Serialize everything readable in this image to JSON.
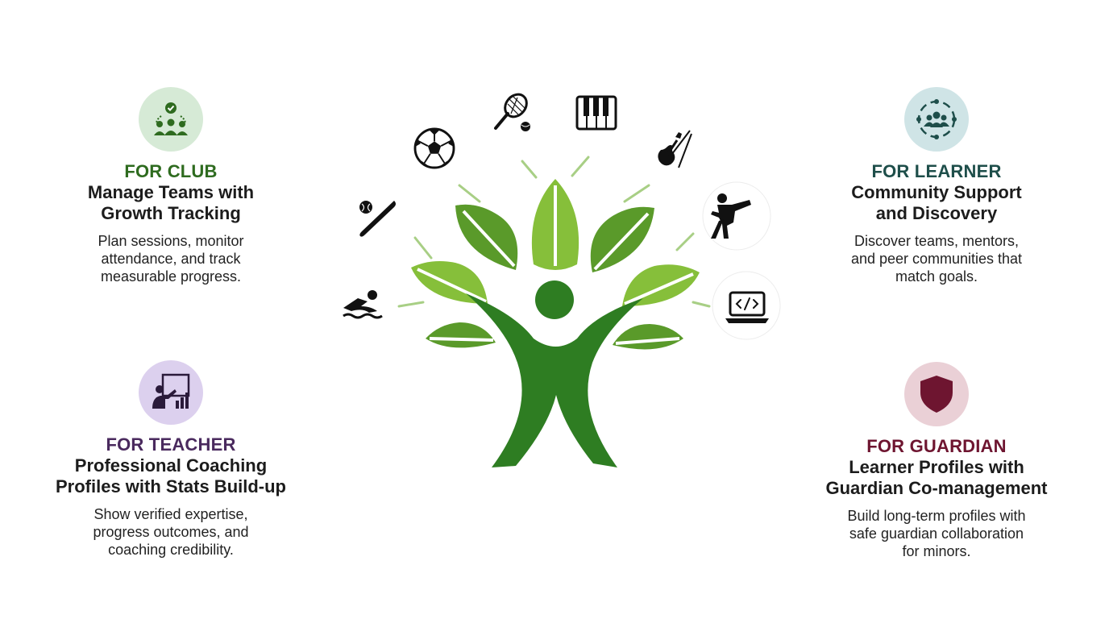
{
  "club": {
    "tag": "FOR CLUB",
    "headline_1": "Manage Teams with",
    "headline_2": "Growth Tracking",
    "desc_1": "Plan sessions, monitor",
    "desc_2": "attendance, and track",
    "desc_3": "measurable progress.",
    "badge_color": "#d6ead6",
    "tag_color": "#2e6b1f",
    "icon": "team-check-icon"
  },
  "teacher": {
    "tag": "FOR TEACHER",
    "headline_1": "Professional Coaching",
    "headline_2": "Profiles with Stats Build-up",
    "desc_1": "Show verified expertise,",
    "desc_2": "progress outcomes, and",
    "desc_3": "coaching credibility.",
    "badge_color": "#dcd0ee",
    "tag_color": "#4a2a5e",
    "icon": "presenter-chart-icon"
  },
  "learner": {
    "tag": "FOR LEARNER",
    "headline_1": "Community Support",
    "headline_2": "and Discovery",
    "desc_1": "Discover teams, mentors,",
    "desc_2": "and peer communities that",
    "desc_3": "match goals.",
    "badge_color": "#cfe4e6",
    "tag_color": "#1e4e4a",
    "icon": "community-icon"
  },
  "guardian": {
    "tag": "FOR GUARDIAN",
    "headline_1": "Learner Profiles with",
    "headline_2": "Guardian Co-management",
    "desc_1": "Build long-term profiles with",
    "desc_2": "safe guardian collaboration",
    "desc_3": "for minors.",
    "badge_color": "#ead0d6",
    "tag_color": "#6e1530",
    "icon": "shield-icon"
  },
  "tree": {
    "icons": [
      "tennis-icon",
      "piano-icon",
      "soccer-ball-icon",
      "violin-icon",
      "baseball-icon",
      "karate-icon",
      "swimming-icon",
      "laptop-code-icon"
    ],
    "trunk_color": "#2e7d22",
    "leaf_light": "#86bf3a",
    "leaf_dark": "#5a9a2a"
  }
}
